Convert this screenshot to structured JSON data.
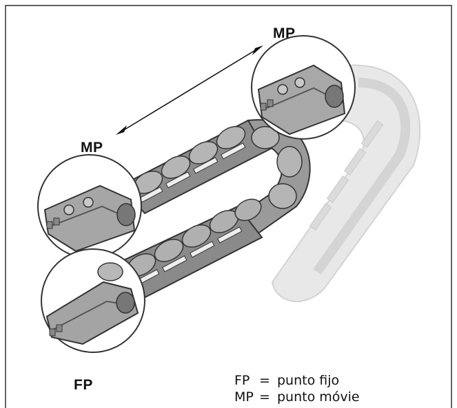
{
  "labels": {
    "mp_top": "MP",
    "mp_left": "MP",
    "fp": "FP"
  },
  "legend": [
    {
      "abbr": "FP",
      "eq": "=",
      "text": "punto fijo"
    },
    {
      "abbr": "MP",
      "eq": "=",
      "text": "punto móvie"
    }
  ],
  "colors": {
    "chain_dark": "#7d7d7d",
    "chain_mid": "#9a9a9a",
    "chain_light": "#c8c8c8",
    "chain_ghost": "#e4e4e4",
    "outline": "#333333",
    "frame": "#000000"
  }
}
